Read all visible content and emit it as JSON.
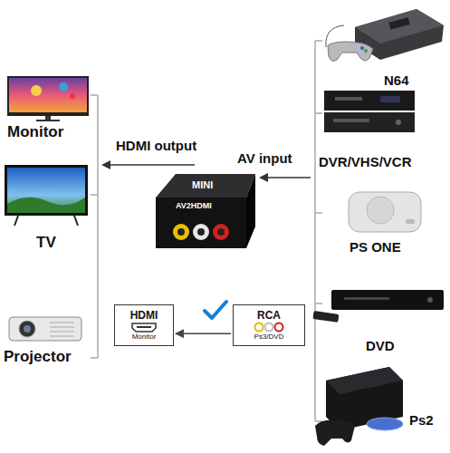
{
  "diagram": {
    "nodes": [
      {
        "text": [
          "MINI",
          "AV2HDMI"
        ]
      },
      {
        "text": [
          "HDMI",
          "Monitor"
        ]
      },
      {
        "text": [
          "RCA",
          "Ps3/DVD"
        ]
      }
    ],
    "edges": [
      {
        "from": 2,
        "to": 1,
        "arrow": "to"
      }
    ],
    "labels": [
      "N64",
      "Monitor",
      "HDMI output",
      "AV input",
      "DVR/VHS/VCR",
      "TV",
      "PS ONE",
      "DVD",
      "Projector",
      "Ps2"
    ]
  }
}
